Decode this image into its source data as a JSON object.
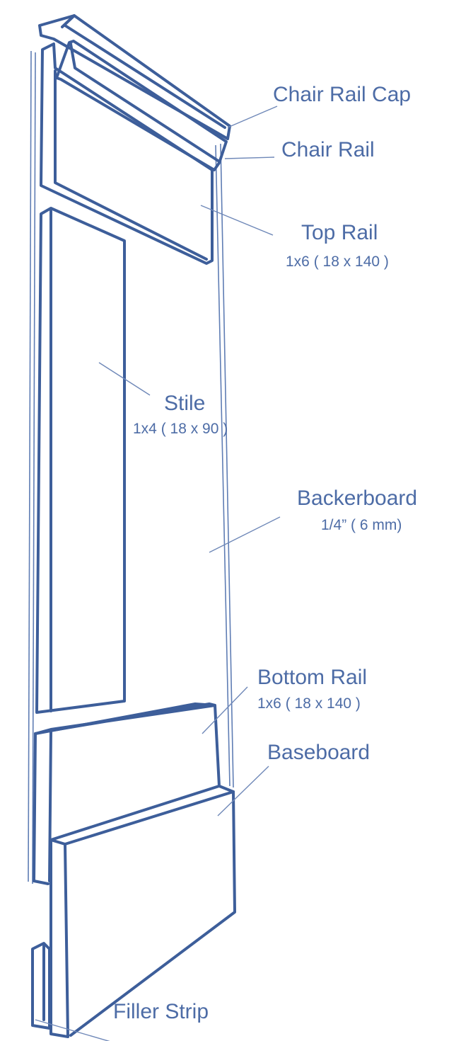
{
  "labels": {
    "chair_rail_cap": "Chair Rail Cap",
    "chair_rail": "Chair Rail",
    "top_rail": "Top Rail",
    "top_rail_dim": "1x6 ( 18 x 140 )",
    "stile": "Stile",
    "stile_dim": "1x4 ( 18 x 90 )",
    "backerboard": "Backerboard",
    "backerboard_dim": "1/4” ( 6 mm)",
    "bottom_rail": "Bottom Rail",
    "bottom_rail_dim": "1x6 ( 18 x 140 )",
    "baseboard": "Baseboard",
    "filler_strip": "Filler Strip"
  },
  "colors": {
    "line": "#3d5e9a",
    "text": "#4d6ca6"
  }
}
